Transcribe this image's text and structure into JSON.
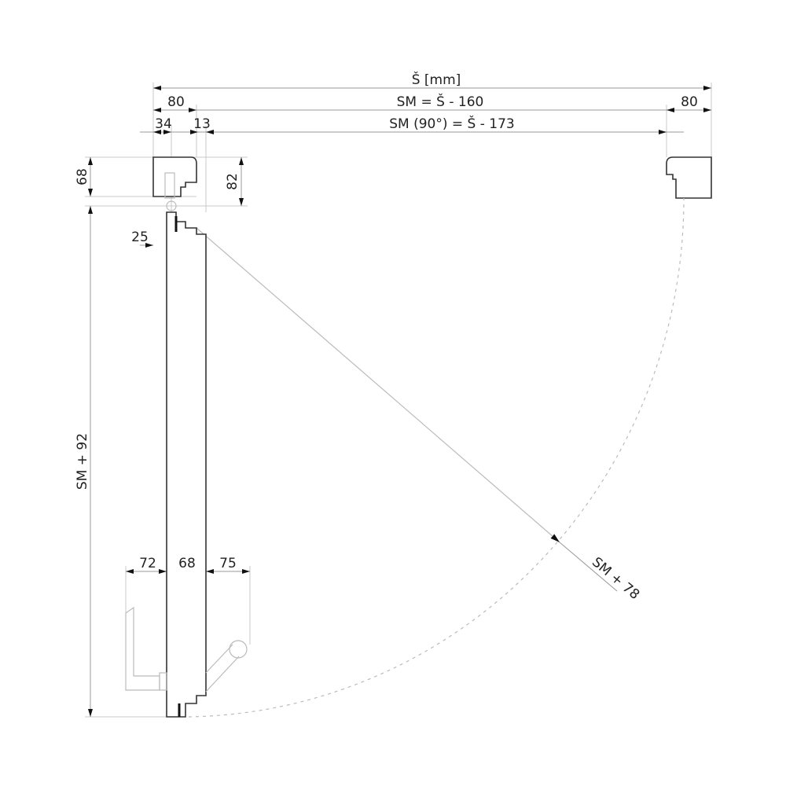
{
  "title": "Door opening dimensions diagram",
  "dimensions": {
    "total_width": "Š [mm]",
    "sm_formula": "SM = Š - 160",
    "sm90_formula": "SM (90°) = Š - 173",
    "left_wall_width": "80",
    "right_wall_width": "80",
    "offset_34": "34",
    "offset_13": "13",
    "wall_depth_68": "68",
    "depth_82": "82",
    "offset_25": "25",
    "door_height": "SM + 92",
    "swing_radius": "SM + 78",
    "handle_inner": "72",
    "door_thickness": "68",
    "handle_outer": "75"
  }
}
